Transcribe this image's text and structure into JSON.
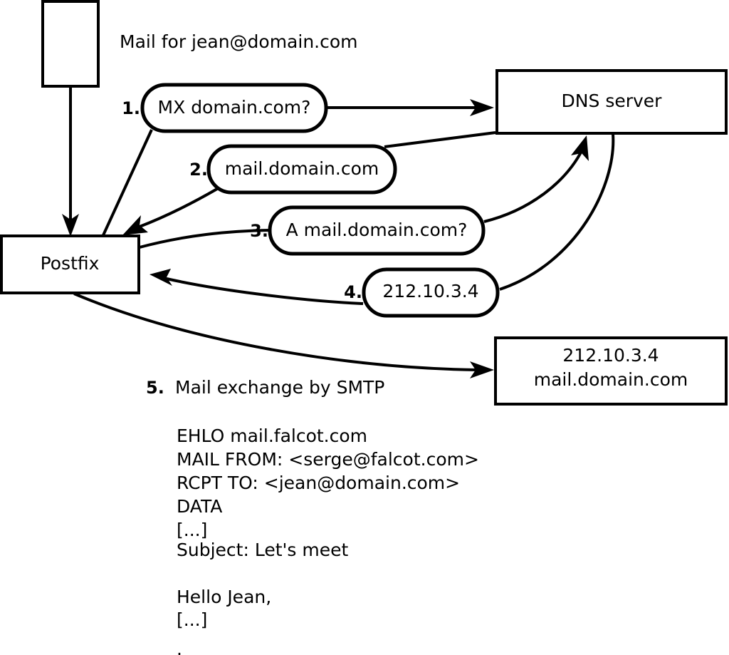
{
  "title": "Mail for jean@domain.com",
  "nodes": {
    "client": {
      "label": ""
    },
    "postfix": {
      "label": "Postfix"
    },
    "dns": {
      "label": "DNS server"
    },
    "mailserver": {
      "line1": "212.10.3.4",
      "line2": "mail.domain.com"
    }
  },
  "steps": [
    {
      "num": "1.",
      "label": "MX domain.com?"
    },
    {
      "num": "2.",
      "label": "mail.domain.com"
    },
    {
      "num": "3.",
      "label": "A mail.domain.com?"
    },
    {
      "num": "4.",
      "label": "212.10.3.4"
    }
  ],
  "step5": {
    "num": "5.",
    "label": "Mail exchange by SMTP"
  },
  "transcript": [
    "EHLO mail.falcot.com",
    "MAIL FROM: <serge@falcot.com>",
    "RCPT TO: <jean@domain.com>",
    "DATA",
    "[...]",
    "Subject: Let's meet",
    "",
    "Hello Jean,",
    "[...]",
    "",
    "."
  ],
  "colors": {
    "stroke": "#000000",
    "fill": "#ffffff",
    "text": "#000000"
  }
}
